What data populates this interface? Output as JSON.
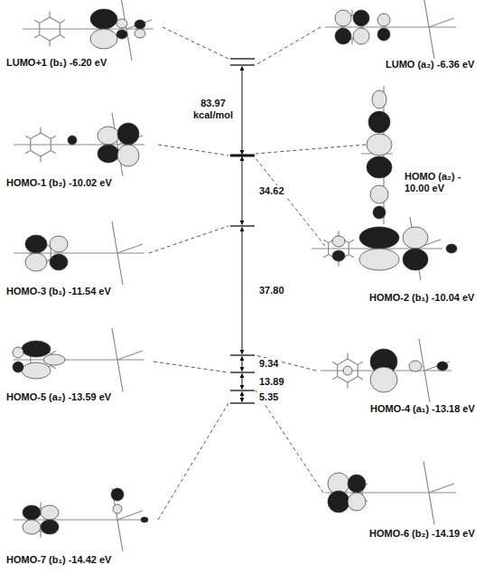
{
  "diagram": {
    "nodes": [
      {
        "text": [
          "LUMO+1 (b₁) -6.20 eV"
        ]
      },
      {
        "text": [
          "LUMO (a₂) -6.36 eV"
        ]
      },
      {
        "text": [
          "HOMO-1 (b₂) -10.02 eV"
        ]
      },
      {
        "text": [
          "HOMO (a₂) - 10.00 eV"
        ]
      },
      {
        "text": [
          "HOMO-2 (b₁) -10.04 eV"
        ]
      },
      {
        "text": [
          "HOMO-3 (b₁) -11.54 eV"
        ]
      },
      {
        "text": [
          "HOMO-4 (a₁) -13.18 eV"
        ]
      },
      {
        "text": [
          "HOMO-5 (a₂) -13.59 eV"
        ]
      },
      {
        "text": [
          "HOMO-6 (b₂) -14.19 eV"
        ]
      },
      {
        "text": [
          "HOMO-7 (b₁) -14.42 eV"
        ]
      }
    ],
    "labels": [
      "83.97 kcal/mol",
      "34.62",
      "37.80",
      "9.34",
      "13.89",
      "5.35"
    ]
  }
}
